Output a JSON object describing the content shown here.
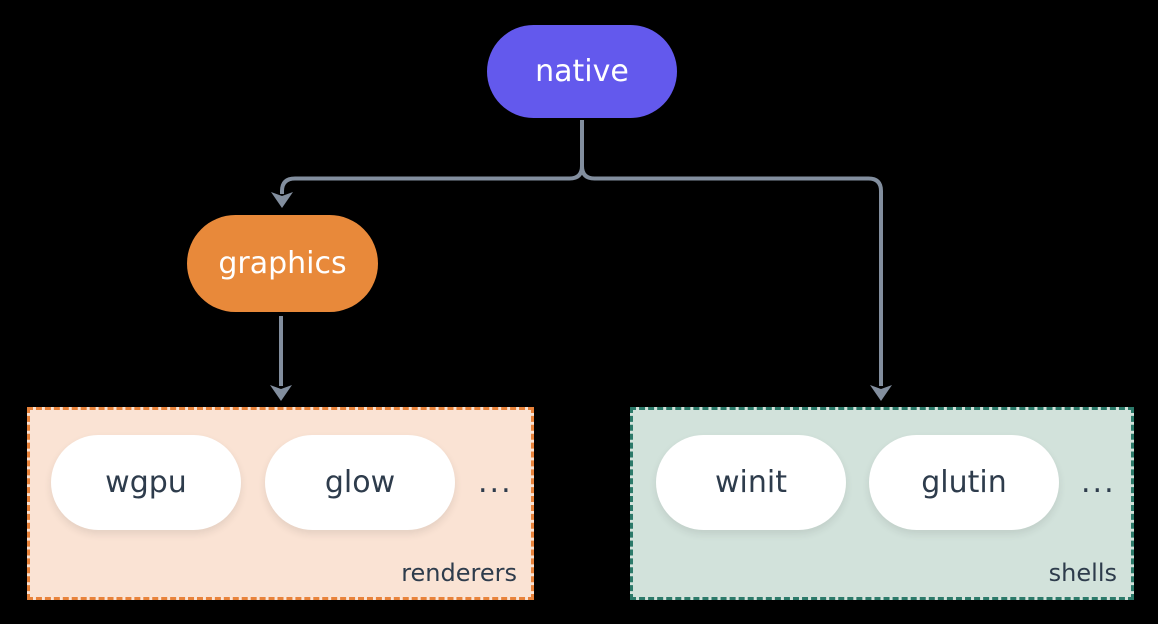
{
  "nodes": {
    "native": {
      "label": "native"
    },
    "graphics": {
      "label": "graphics"
    }
  },
  "groups": {
    "renderers": {
      "label": "renderers",
      "items": [
        "wgpu",
        "glow"
      ],
      "ellipsis": "..."
    },
    "shells": {
      "label": "shells",
      "items": [
        "winit",
        "glutin"
      ],
      "ellipsis": "..."
    }
  },
  "colors": {
    "background": "#000000",
    "arrow": "#828E9E",
    "native_bg": "#6359ED",
    "graphics_bg": "#E8893A",
    "node_text": "#FFFFFF",
    "pill_bg": "#FFFFFF",
    "dark_text": "#2E3C4C",
    "renderers_fill": "#FAE3D4",
    "renderers_border": "#E8833B",
    "shells_fill": "#D2E2DB",
    "shells_border": "#2C7A6A"
  }
}
